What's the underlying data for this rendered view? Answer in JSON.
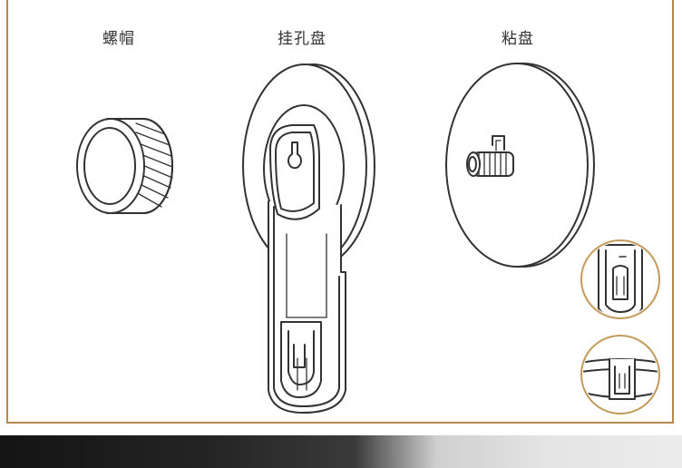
{
  "labels": {
    "nut": "螺帽",
    "hook_disc": "挂孔盘",
    "suction_disc": "粘盘"
  },
  "colors": {
    "frame": "#b58a4a",
    "line": "#333333",
    "callout_ring": "#c49a5a"
  }
}
